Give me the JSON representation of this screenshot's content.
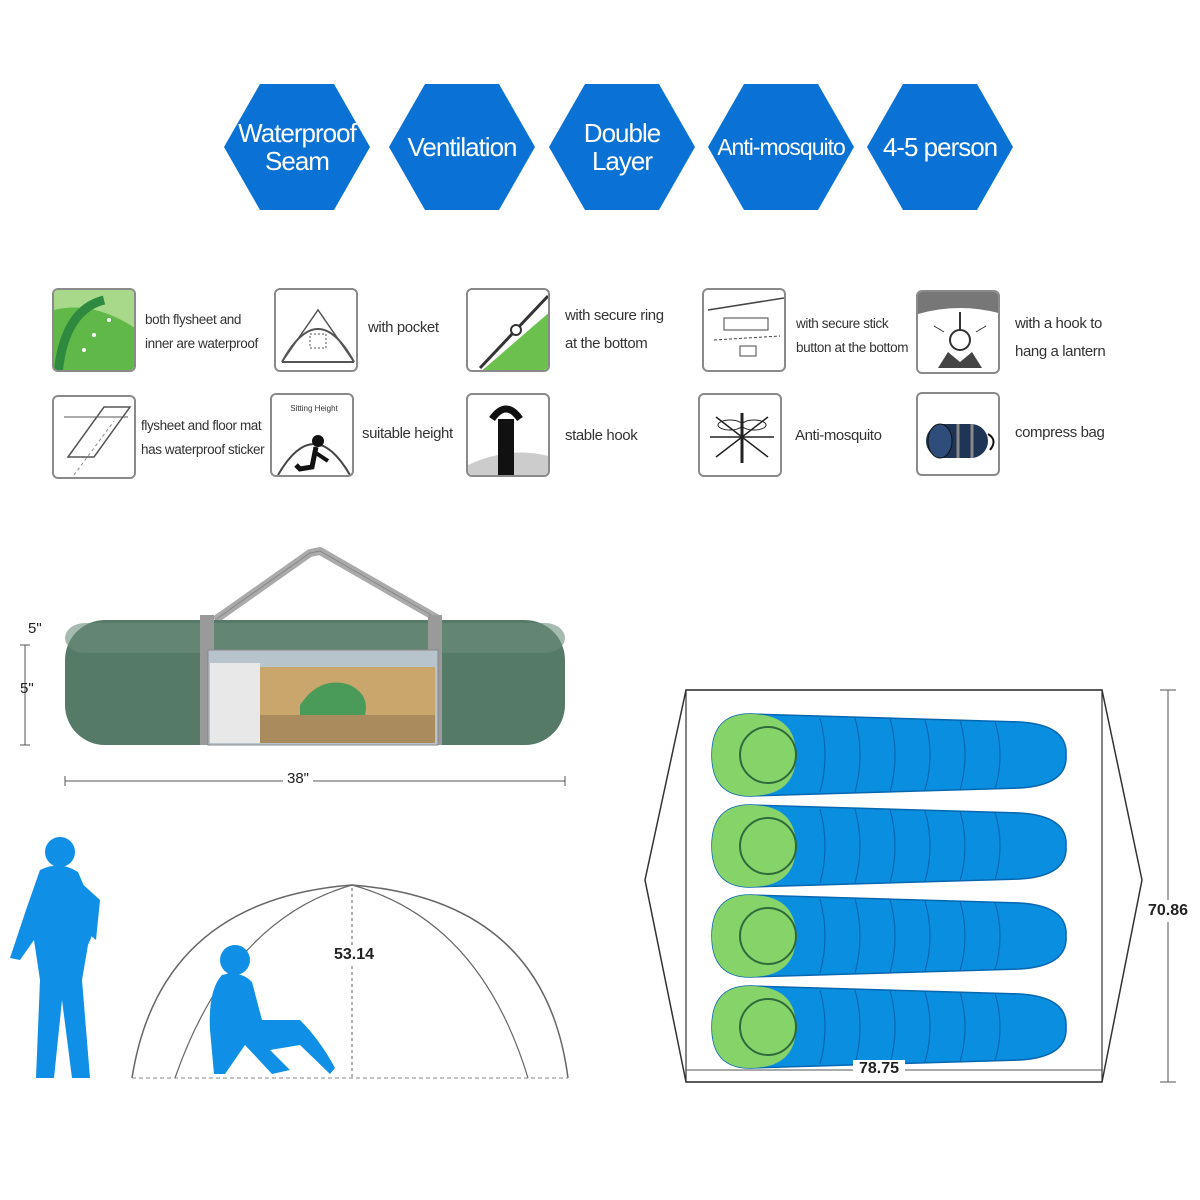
{
  "badges": [
    {
      "label": "Waterproof\nSeam"
    },
    {
      "label": "Ventilation"
    },
    {
      "label": "Double\nLayer"
    },
    {
      "label": "Anti-mosquito"
    },
    {
      "label": "4-5 person"
    }
  ],
  "features": [
    {
      "icon": "waterproof-fabric-icon",
      "label": "both flysheet and\ninner are waterproof"
    },
    {
      "icon": "tent-pocket-icon",
      "label": "with pocket"
    },
    {
      "icon": "secure-ring-icon",
      "label": "with secure ring\nat the bottom"
    },
    {
      "icon": "secure-stick-icon",
      "label": "with secure stick\nbutton at the bottom"
    },
    {
      "icon": "lantern-hook-icon",
      "label": "with a hook to\nhang a lantern"
    },
    {
      "icon": "sticker-icon",
      "label": "flysheet and floor mat\nhas waterproof sticker"
    },
    {
      "icon": "sitting-height-icon",
      "label": "suitable height",
      "icon_caption": "Sitting Height"
    },
    {
      "icon": "stable-hook-icon",
      "label": "stable hook"
    },
    {
      "icon": "mosquito-icon",
      "label": "Anti-mosquito"
    },
    {
      "icon": "compress-bag-icon",
      "label": "compress bag"
    }
  ],
  "bag": {
    "dim_height_top": "5\"",
    "dim_height": "5\"",
    "dim_length": "38\""
  },
  "tent_side": {
    "height": "53.14"
  },
  "tent_floor": {
    "width": "78.75",
    "depth": "70.86"
  },
  "colors": {
    "badge_blue": "#0a72d4",
    "person_blue": "#0f8fe6",
    "bag_green": "#557a68",
    "bag_green_light": "#6b8d7b",
    "sleeping_bag_blue": "#0a8fe0",
    "sleeping_bag_green": "#86d36a"
  }
}
